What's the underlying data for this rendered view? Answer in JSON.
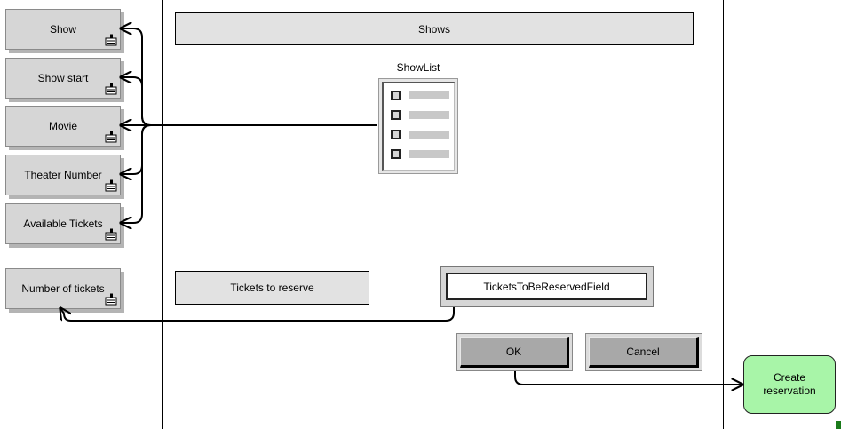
{
  "attributes": [
    {
      "label": "Show"
    },
    {
      "label": "Show start"
    },
    {
      "label": "Movie"
    },
    {
      "label": "Theater Number"
    },
    {
      "label": "Available Tickets"
    },
    {
      "label": "Number of tickets"
    }
  ],
  "header_panel": {
    "label": "Shows"
  },
  "list": {
    "title": "ShowList",
    "row_count": 4
  },
  "tickets_label": {
    "label": "Tickets to reserve"
  },
  "tickets_field": {
    "value": "TicketsToBeReservedField"
  },
  "buttons": {
    "ok": "OK",
    "cancel": "Cancel"
  },
  "process": {
    "line1": "Create",
    "line2": "reservation",
    "color": "#a8f5a8"
  }
}
